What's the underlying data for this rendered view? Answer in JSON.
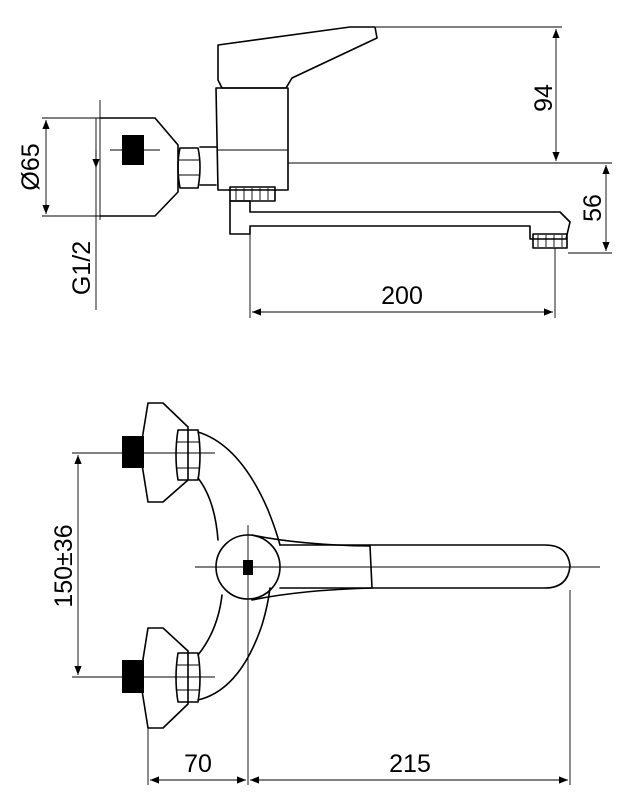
{
  "side_view": {
    "dim_height_handle": "94",
    "dim_spout_height": "56",
    "dim_spout_length": "200",
    "dim_diameter": "Ø65",
    "dim_thread": "G1/2"
  },
  "top_view": {
    "dim_centers": "150±36",
    "dim_wall_to_axis": "70",
    "dim_spout_reach": "215"
  }
}
